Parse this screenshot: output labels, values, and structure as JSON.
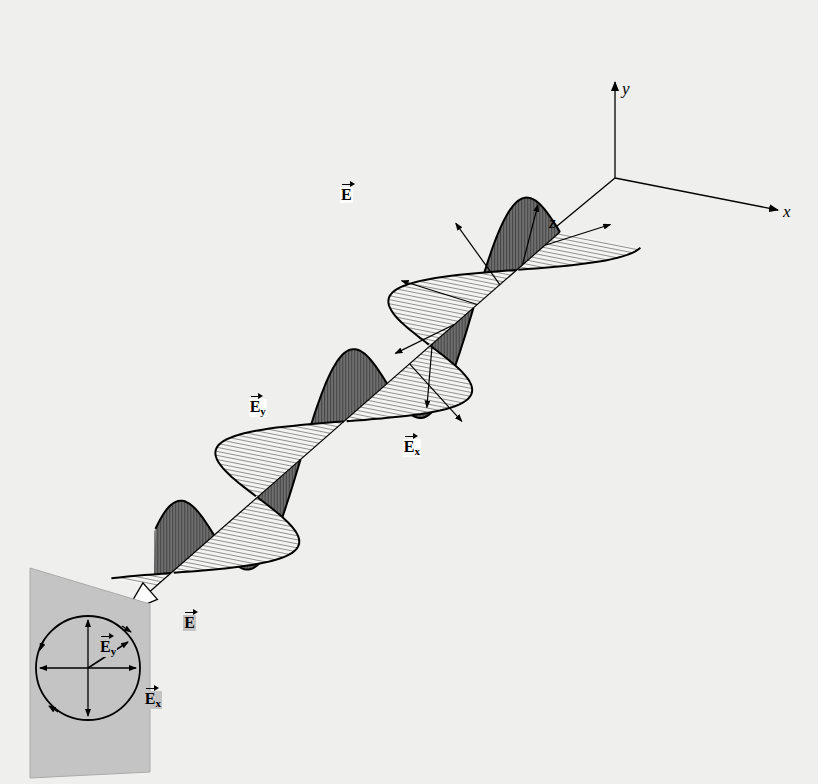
{
  "diagram": {
    "labels": [
      "y",
      "x",
      "z",
      "E",
      "Ey",
      "Ex",
      "Ey",
      "E",
      "Ex"
    ]
  }
}
